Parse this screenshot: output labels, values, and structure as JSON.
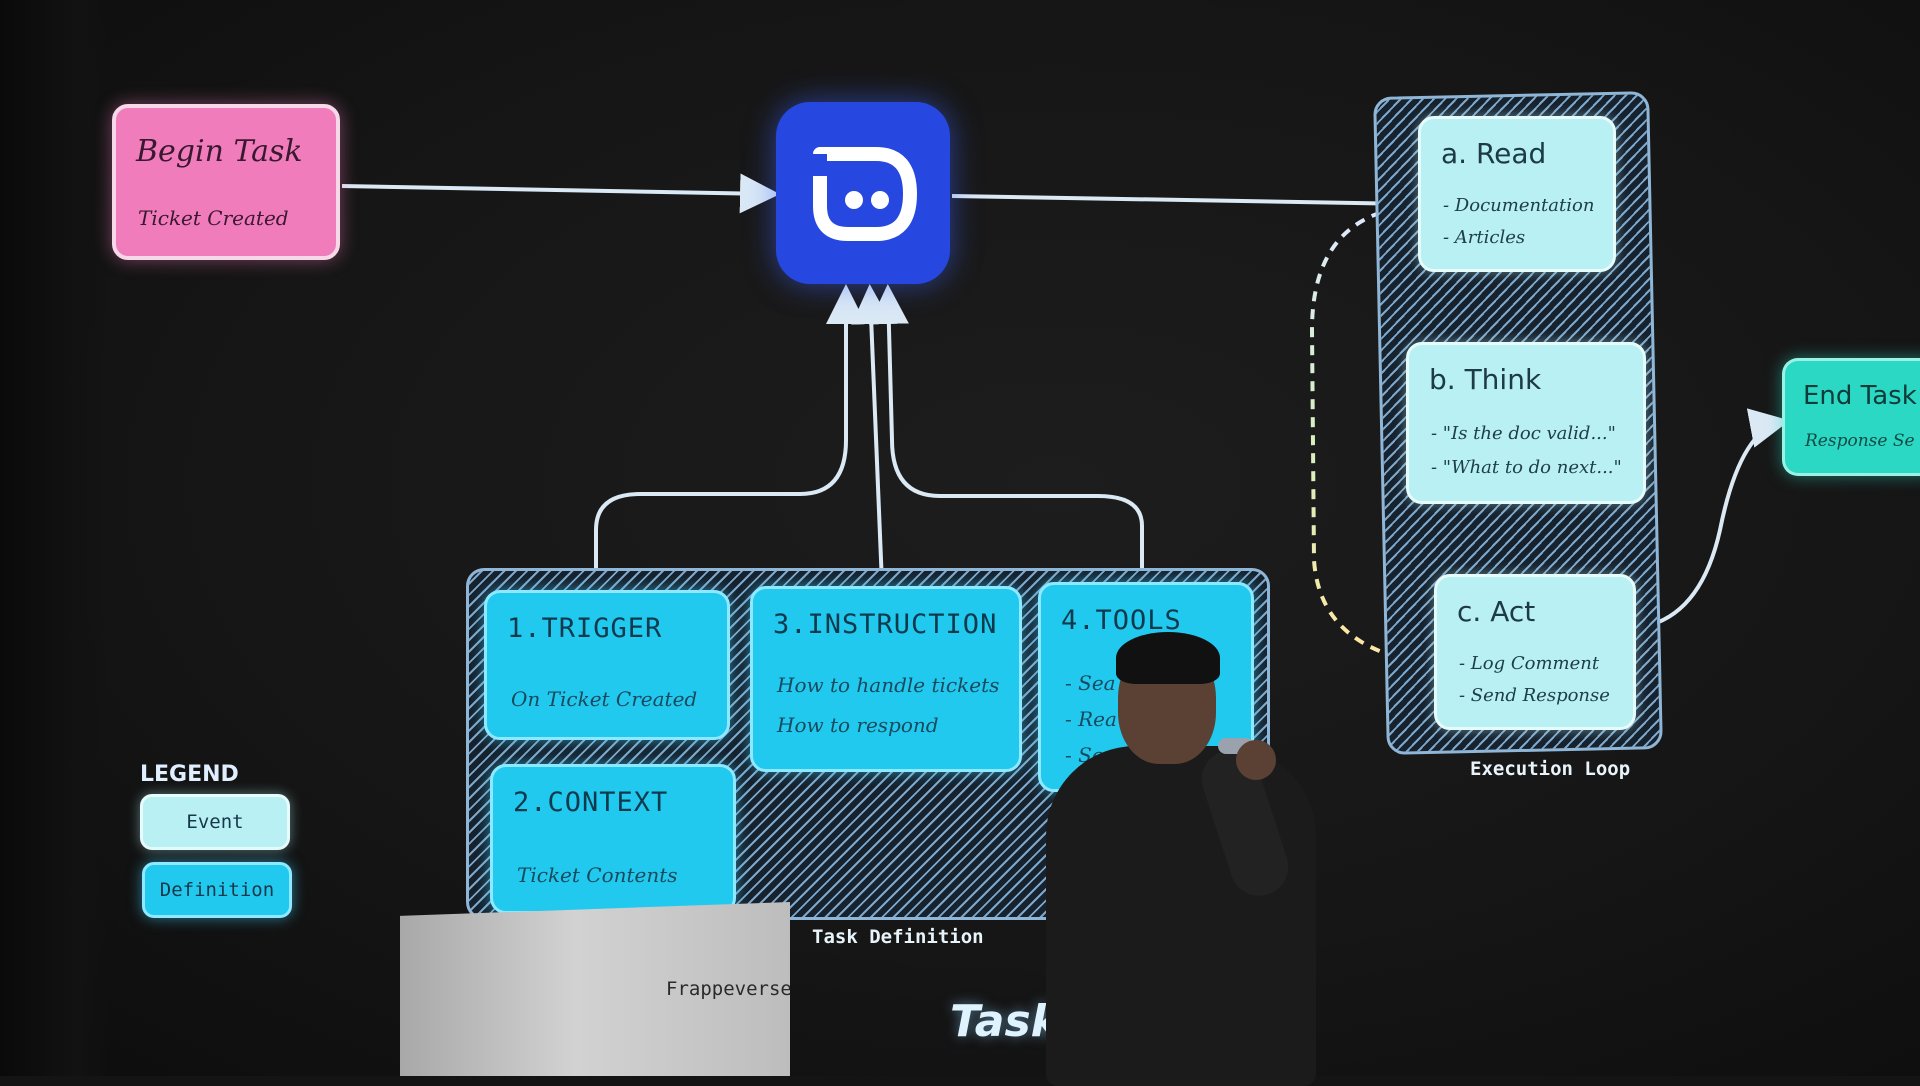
{
  "begin_task": {
    "title": "Begin Task",
    "subtitle": "Ticket Created"
  },
  "task_definition": {
    "caption": "Task Definition",
    "trigger": {
      "title": "1.TRIGGER",
      "detail": "On Ticket Created"
    },
    "context": {
      "title": "2.CONTEXT",
      "detail": "Ticket Contents"
    },
    "instruction": {
      "title": "3.INSTRUCTION",
      "lines": [
        "How to handle tickets",
        "How to respond"
      ]
    },
    "tools": {
      "title": "4.TOOLS",
      "lines": [
        "- Sea",
        "- Rea",
        "- Sen"
      ]
    }
  },
  "execution_loop": {
    "caption": "Execution Loop",
    "read": {
      "title": "a. Read",
      "lines": [
        "- Documentation",
        "- Articles"
      ]
    },
    "think": {
      "title": "b. Think",
      "lines": [
        "- \"Is the doc valid...\"",
        "- \"What to do next...\""
      ]
    },
    "act": {
      "title": "c. Act",
      "lines": [
        "- Log Comment",
        "- Send Response"
      ]
    }
  },
  "end_task": {
    "title": "End Task",
    "subtitle": "Response Se"
  },
  "legend": {
    "title": "LEGEND",
    "event": "Event",
    "definition": "Definition"
  },
  "podium_brand": "Frappeverse",
  "headline": "Task h",
  "colors": {
    "begin": "#f07cbc",
    "bot": "#2648e0",
    "definition": "#22c9ee",
    "event": "#b9f0f3",
    "end": "#2ad8c4"
  },
  "icons": {
    "bot": "helpdesk-bot-logo"
  }
}
